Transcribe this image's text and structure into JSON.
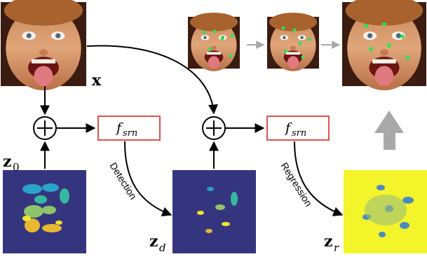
{
  "input": {
    "symbol": "x"
  },
  "latents": {
    "z0": {
      "base": "z",
      "sub": "0"
    },
    "zd": {
      "base": "z",
      "sub": "d"
    },
    "zr": {
      "base": "z",
      "sub": "r"
    }
  },
  "modules": {
    "f1": {
      "base": "f",
      "sub": "srn"
    },
    "f2": {
      "base": "f",
      "sub": "srn"
    }
  },
  "edges": {
    "detection": "Detection",
    "regression": "Regression"
  },
  "colors": {
    "module_border": "#e0524c",
    "arrow": "#000000",
    "gray_arrow": "#a9a9a9",
    "landmark": "#2ee05a",
    "heatmap_bg_dark": "#35357f",
    "heatmap_bg_yellow": "#f4f42a"
  }
}
